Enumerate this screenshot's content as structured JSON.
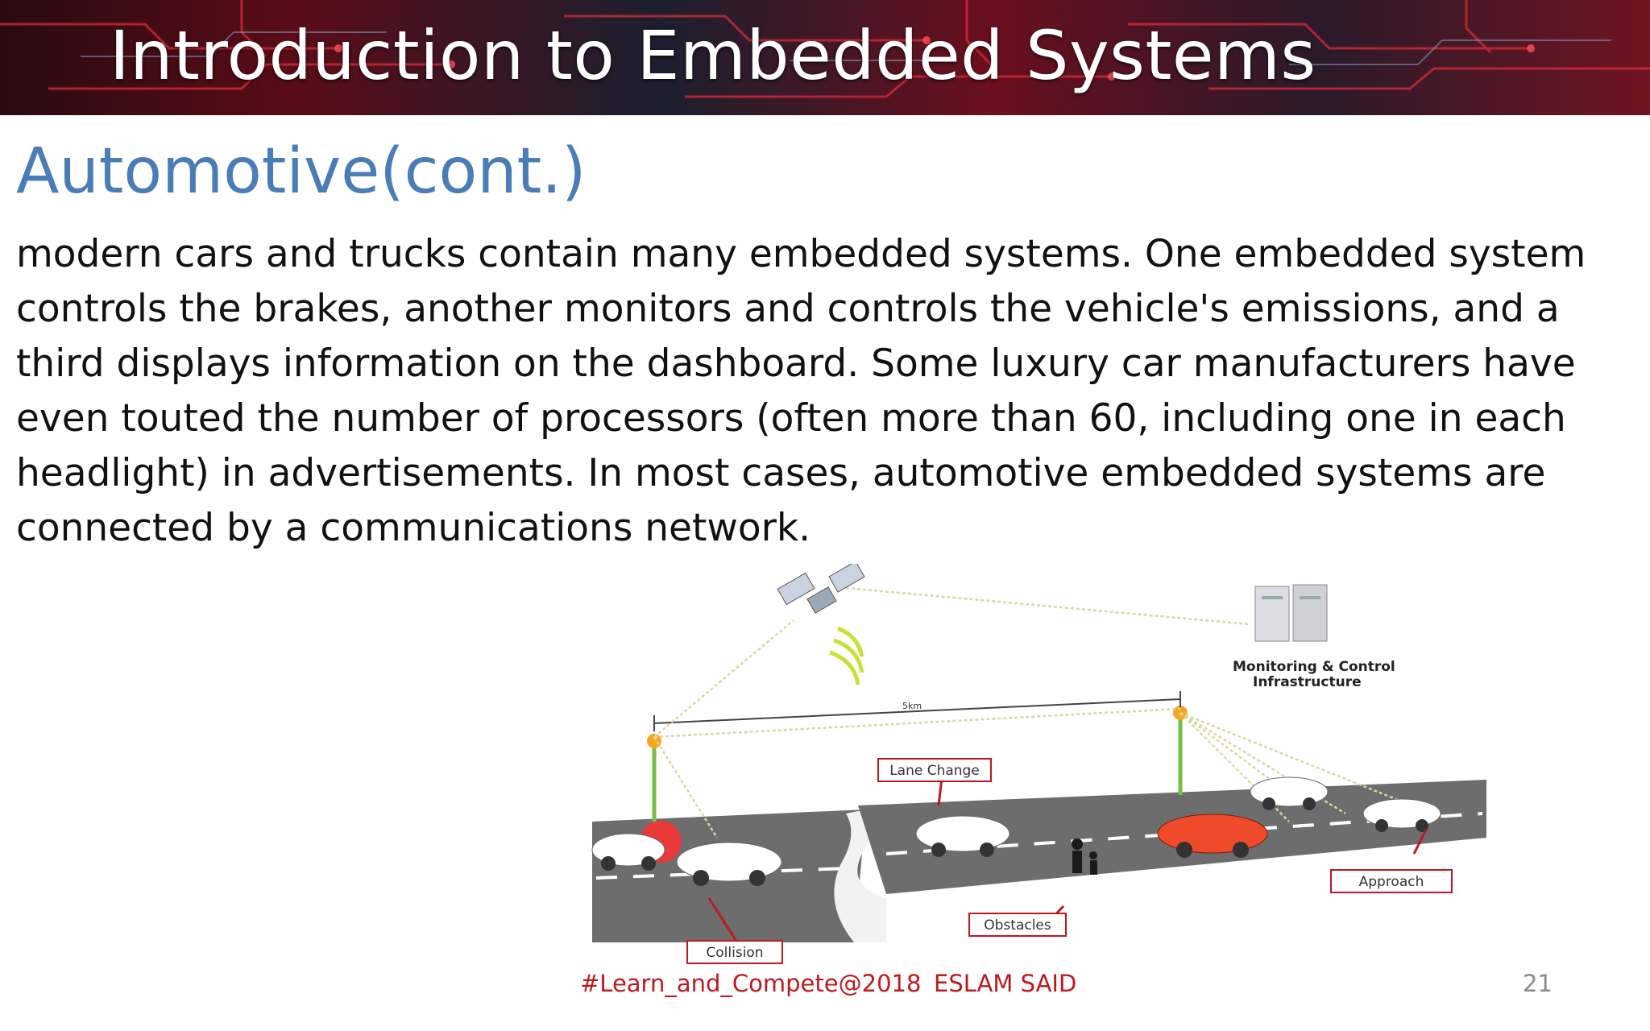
{
  "slide": {
    "banner_title": "Introduction to Embedded Systems",
    "heading": "Automotive(cont.)",
    "body": "modern cars and trucks contain many embedded systems. One embedded system controls the brakes, another monitors and controls the vehicle's emissions, and a third displays information on the dashboard. Some luxury car manufacturers have even touted the number of processors (often more than 60, including one in each headlight) in advertisements. In most cases, automotive embedded systems are connected by a communications network."
  },
  "diagram": {
    "infrastructure_label_line1": "Monitoring & Control",
    "infrastructure_label_line2": "Infrastructure",
    "distance_label": "5km",
    "lane_change_label": "Lane Change",
    "collision_label": "Collision",
    "obstacles_label": "Obstacles",
    "approach_label": "Approach"
  },
  "footer": {
    "tag": "#Learn_and_Compete@2018",
    "author": "ESLAM SAID",
    "page_number": "21"
  },
  "colors": {
    "heading": "#4a7cb8",
    "footer_text": "#c0181f",
    "label_border": "#c0181f",
    "signal": "#d8d8a0"
  }
}
